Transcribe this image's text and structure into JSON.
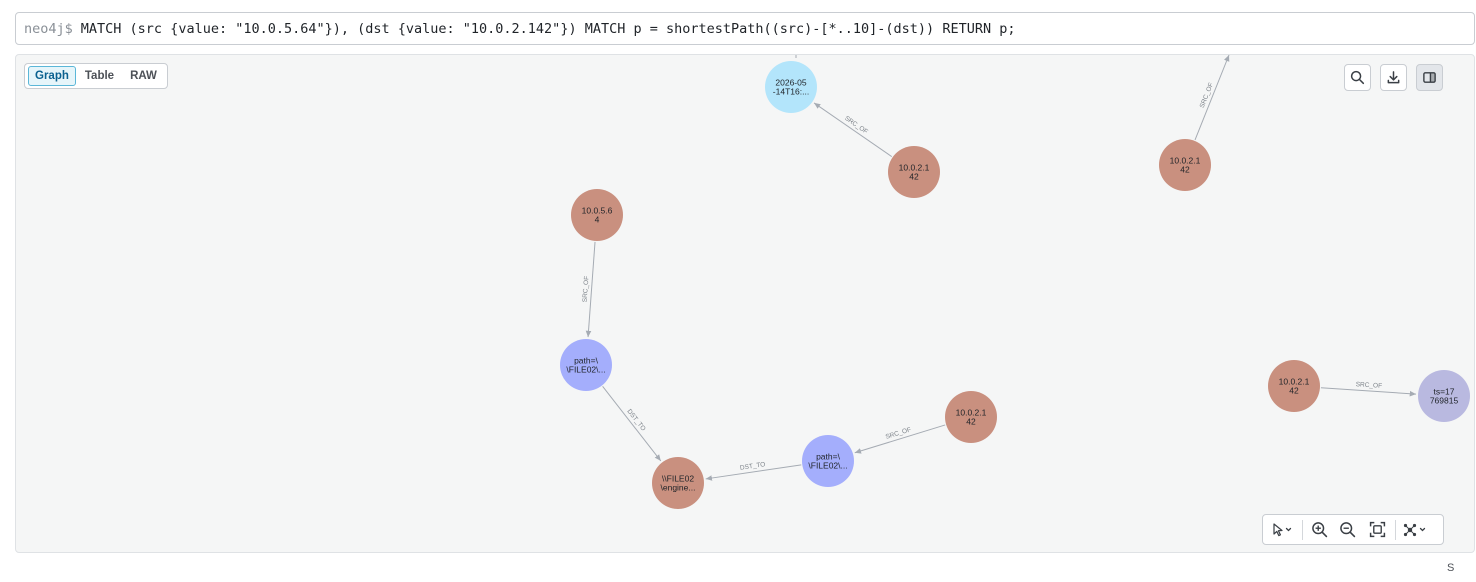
{
  "query": {
    "prompt": "neo4j$",
    "text": "MATCH (src {value: \"10.0.5.64\"}), (dst {value: \"10.0.2.142\"}) MATCH p = shortestPath((src)-[*..10]-(dst)) RETURN p;"
  },
  "view_toggle": {
    "graph": "Graph",
    "table": "Table",
    "raw": "RAW"
  },
  "colors": {
    "ip_node": "#c9907f",
    "path_node": "#a4aefc",
    "time_node": "#b3e5fb",
    "ts_node": "#b9b9e0",
    "edge": "#a5abb3"
  },
  "graph": {
    "nodes": [
      {
        "id": "n_time",
        "line1": "2026-05",
        "line2": "-14T16:...",
        "kind": "time_node"
      },
      {
        "id": "n_ip_a",
        "line1": "10.0.2.1",
        "line2": "42",
        "kind": "ip_node"
      },
      {
        "id": "n_ip_b",
        "line1": "10.0.2.1",
        "line2": "42",
        "kind": "ip_node"
      },
      {
        "id": "n_src",
        "line1": "10.0.5.6",
        "line2": "4",
        "kind": "ip_node"
      },
      {
        "id": "n_path1",
        "line1": "path=\\",
        "line2": "\\FILE02\\...",
        "kind": "path_node"
      },
      {
        "id": "n_file",
        "line1": "\\\\FILE02",
        "line2": "\\engine...",
        "kind": "ip_node"
      },
      {
        "id": "n_path2",
        "line1": "path=\\",
        "line2": "\\FILE02\\...",
        "kind": "path_node"
      },
      {
        "id": "n_ip_c",
        "line1": "10.0.2.1",
        "line2": "42",
        "kind": "ip_node"
      },
      {
        "id": "n_ip_d",
        "line1": "10.0.2.1",
        "line2": "42",
        "kind": "ip_node"
      },
      {
        "id": "n_ts",
        "line1": "ts=17",
        "line2": "769815",
        "kind": "ts_node"
      }
    ],
    "edges": [
      {
        "from": "n_ip_a",
        "to": "n_time",
        "label": "SRC_OF"
      },
      {
        "from": "n_ip_b",
        "to": "offscreen_top",
        "label": "SRC_OF"
      },
      {
        "from": "n_src",
        "to": "n_path1",
        "label": "SRC_OF"
      },
      {
        "from": "n_path1",
        "to": "n_file",
        "label": "DST_TO"
      },
      {
        "from": "n_path2",
        "to": "n_file",
        "label": "DST_TO"
      },
      {
        "from": "n_ip_c",
        "to": "n_path2",
        "label": "SRC_OF"
      },
      {
        "from": "n_ip_d",
        "to": "n_ts",
        "label": "SRC_OF"
      }
    ]
  },
  "icons": {
    "search": "search-icon",
    "download": "download-icon",
    "panel": "sidebar-panel-icon",
    "select": "pointer-select-icon",
    "zoom_in": "zoom-in-icon",
    "zoom_out": "zoom-out-icon",
    "fit": "fit-to-screen-icon",
    "layout": "graph-layout-icon"
  },
  "corner_text": "S"
}
